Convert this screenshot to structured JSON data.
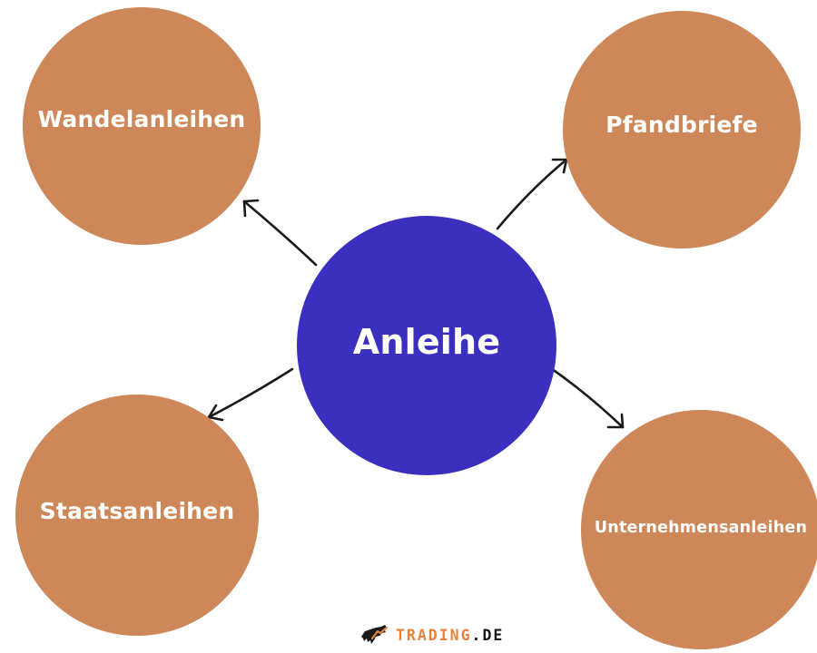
{
  "diagram": {
    "center": {
      "label": "Anleihe",
      "color": "#3b2fc0"
    },
    "nodes": [
      {
        "id": "wandel",
        "label": "Wandelanleihen"
      },
      {
        "id": "pfand",
        "label": "Pfandbriefe"
      },
      {
        "id": "staat",
        "label": "Staatsanleihen"
      },
      {
        "id": "unter",
        "label": "Unternehmensanleihen"
      }
    ],
    "node_color": "#cd8758",
    "edges": [
      {
        "from": "Anleihe",
        "to": "Wandelanleihen"
      },
      {
        "from": "Anleihe",
        "to": "Pfandbriefe"
      },
      {
        "from": "Anleihe",
        "to": "Staatsanleihen"
      },
      {
        "from": "Anleihe",
        "to": "Unternehmensanleihen"
      }
    ]
  },
  "logo": {
    "icon": "bull-icon",
    "brand_main": "TRADING",
    "brand_tld": ".DE",
    "main_color": "#e8823a",
    "tld_color": "#1a1a1a"
  }
}
